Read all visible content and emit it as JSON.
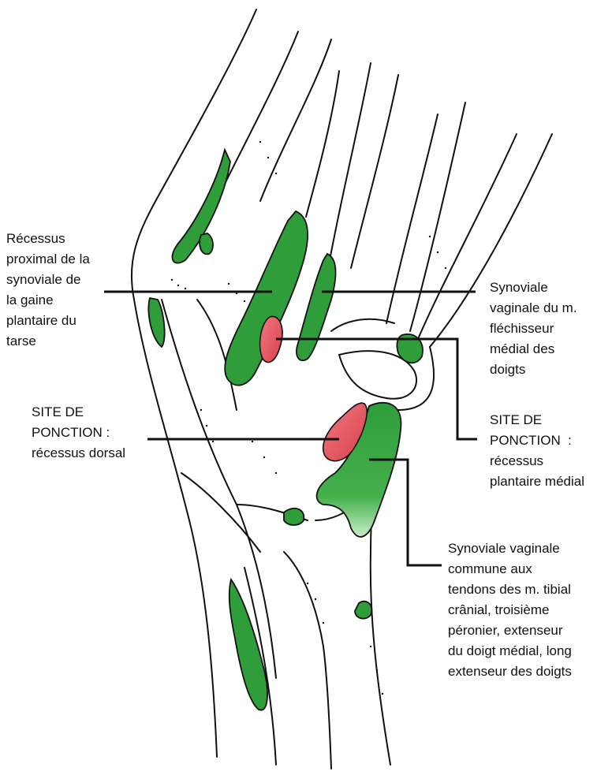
{
  "labels": {
    "recessus_proximal": "Récessus\nproximal de la\nsynoviale de\nla gaine\nplantaire du\ntarse",
    "flechisseur_medial": "Synoviale\nvaginale du m.\nfléchisseur\nmédial des\ndoigts",
    "site_dorsal": "SITE DE\nPONCTION :\nrécessus dorsal",
    "site_plantaire": "SITE DE\nPONCTION  :\nrécessus\nplantaire médial",
    "synoviale_commune": "Synoviale vaginale\ncommune aux\ntendons des m. tibial\ncrânial, troisième\npéronier, extenseur\ndu doigt médial, long\nextenseur des doigts"
  },
  "colors": {
    "synovial_sheath": "#2f9e3a",
    "puncture_site": "#e0525a",
    "outline": "#111111",
    "background": "#ffffff"
  }
}
